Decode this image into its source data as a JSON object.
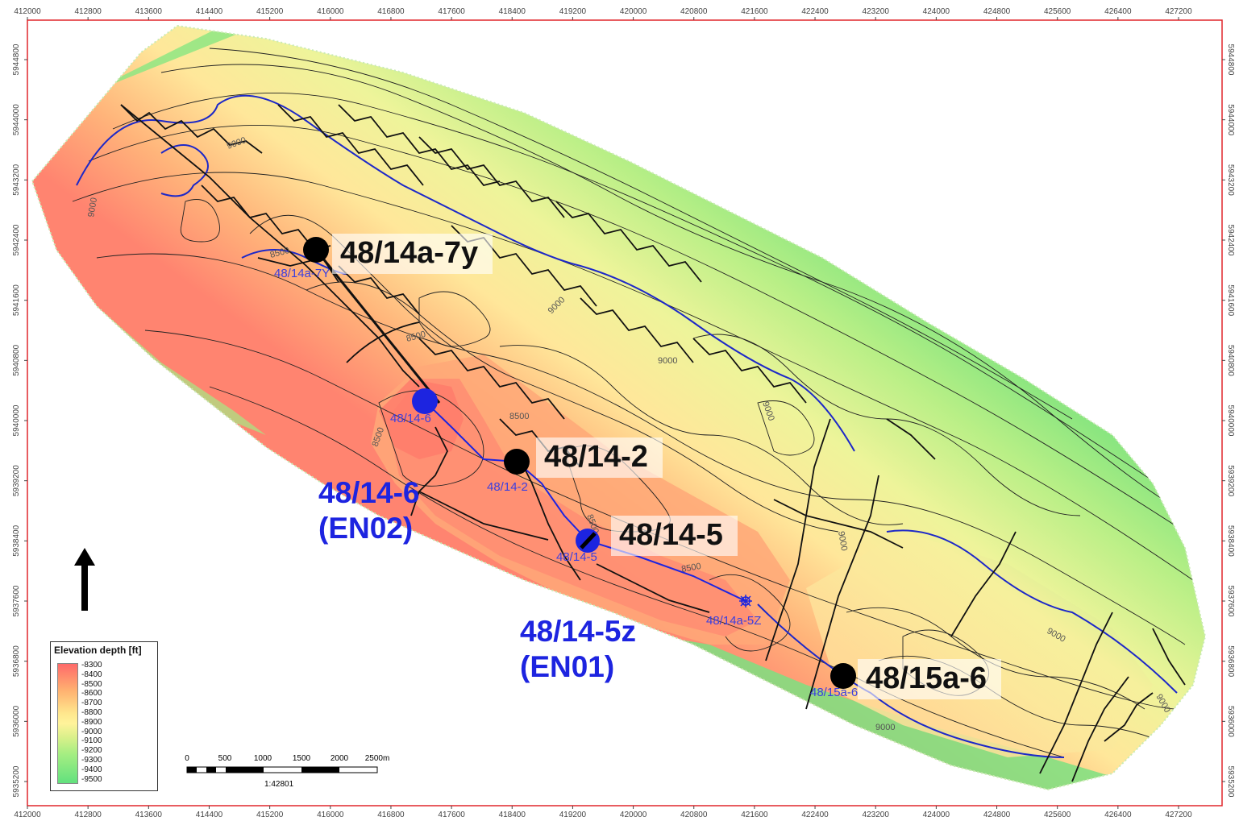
{
  "frame": {
    "x_ticks": [
      "412000",
      "412800",
      "413600",
      "414400",
      "415200",
      "416000",
      "416800",
      "417600",
      "418400",
      "419200",
      "420000",
      "420800",
      "421600",
      "422400",
      "423200",
      "424000",
      "424800",
      "425600",
      "426400",
      "427200"
    ],
    "y_ticks": [
      "5944800",
      "5944000",
      "5943200",
      "5942400",
      "5941600",
      "5940800",
      "5940000",
      "5939200",
      "5938400",
      "5937600",
      "5936800",
      "5936000",
      "5935200"
    ]
  },
  "wells": {
    "w7y": {
      "label": "48/14a-7y",
      "small": "48/14a-7Y"
    },
    "w2": {
      "label": "48/14-2",
      "small": "48/14-2"
    },
    "w5": {
      "label": "48/14-5",
      "small": "48/14-5"
    },
    "w15a": {
      "label": "48/15a-6",
      "small": "48/15a-6"
    },
    "w6": {
      "small": "48/14-6",
      "label_line1": "48/14-6",
      "label_line2": "(EN02)"
    },
    "w5z": {
      "small": "48/14a-5Z",
      "label_line1": "48/14-5z",
      "label_line2": "(EN01)"
    }
  },
  "contour_labels": [
    "9000",
    "9000",
    "8500",
    "9000",
    "9000",
    "8500",
    "8500",
    "8500",
    "8500",
    "9000",
    "9000",
    "8500",
    "9000",
    "9000",
    "9000"
  ],
  "legend": {
    "title": "Elevation depth [ft]",
    "values": [
      "-8300",
      "-8400",
      "-8500",
      "-8600",
      "-8700",
      "-8800",
      "-8900",
      "-9000",
      "-9100",
      "-9200",
      "-9300",
      "-9400",
      "-9500"
    ]
  },
  "scalebar": {
    "ticks": [
      "0",
      "500",
      "1000",
      "1500",
      "2000",
      "2500m"
    ],
    "scale": "1:42801"
  },
  "colors": {
    "frame_red": "#e0262b",
    "well_blue": "#1d24e0",
    "fault_black": "#111111"
  }
}
